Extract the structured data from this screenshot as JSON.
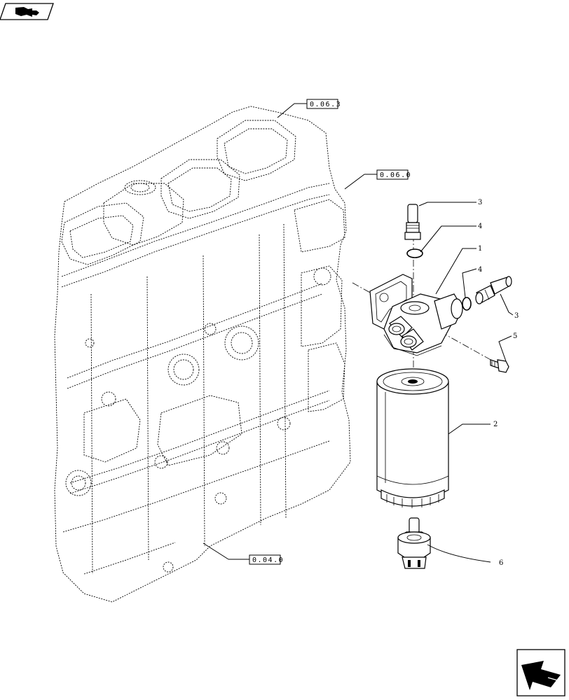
{
  "nav": {
    "top_icon": "book-arrow-icon",
    "bottom_icon": "next-page-arrow-icon"
  },
  "references": [
    {
      "label": "0.06.3"
    },
    {
      "label": "0.06.0"
    },
    {
      "label": "0.04.0"
    }
  ],
  "callouts": [
    {
      "number": "3"
    },
    {
      "number": "4"
    },
    {
      "number": "1"
    },
    {
      "number": "4"
    },
    {
      "number": "3"
    },
    {
      "number": "5"
    },
    {
      "number": "2"
    },
    {
      "number": "6"
    }
  ]
}
